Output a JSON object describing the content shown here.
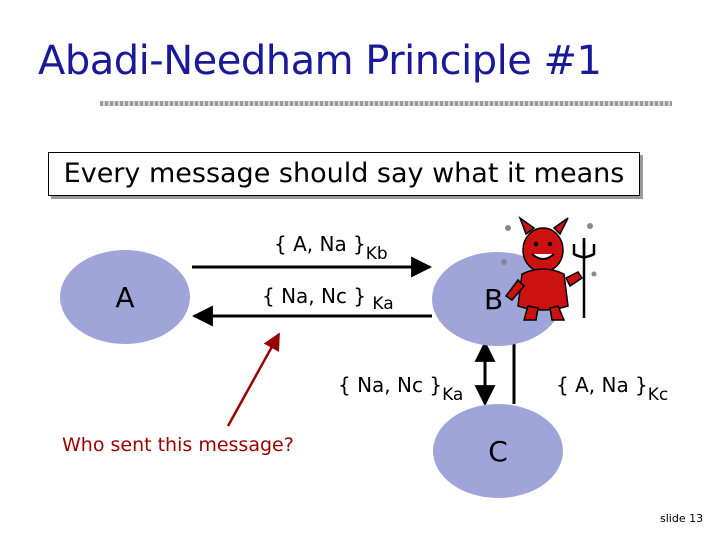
{
  "slide": {
    "title": "Abadi-Needham Principle #1",
    "principle": "Every message should say what it means",
    "footer": "slide 13"
  },
  "nodes": {
    "a": "A",
    "b": "B",
    "c": "C"
  },
  "messages": {
    "m1": {
      "text": "{ A, Na }",
      "key": "Kb"
    },
    "m2": {
      "text": "{ Na, Nc }",
      "key": "Ka"
    },
    "m3": {
      "text": "{ Na, Nc }",
      "key": "Ka"
    },
    "m4": {
      "text": "{ A, Na }",
      "key": "Kc"
    }
  },
  "annotation": {
    "question": "Who sent this message?",
    "color": "#990000"
  },
  "colors": {
    "title": "#1a1a99",
    "node_fill": "#9fa5d9",
    "devil": "#cc1111"
  },
  "icons": {
    "devil": "devil-icon"
  }
}
